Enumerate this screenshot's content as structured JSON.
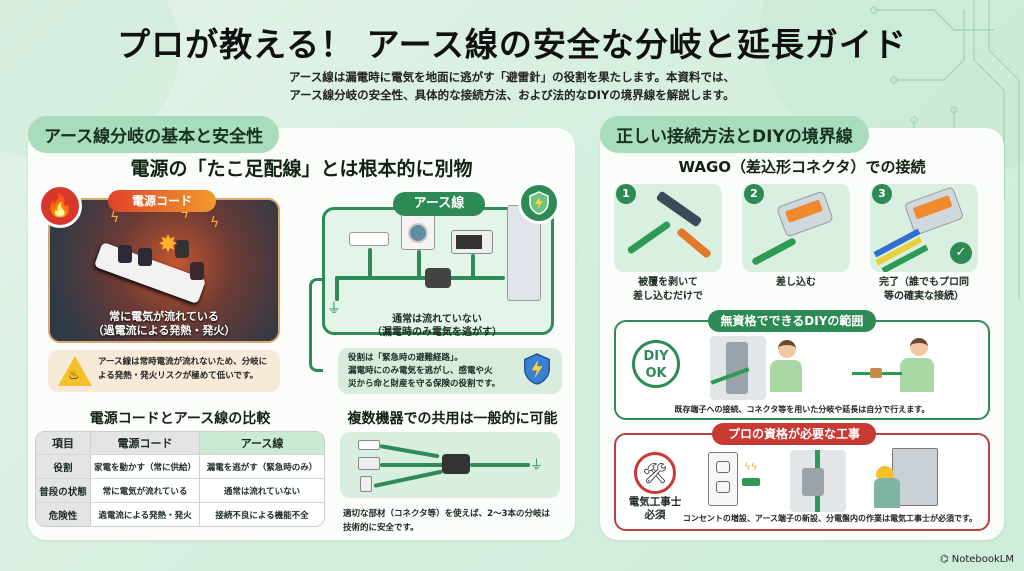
{
  "header": {
    "title": "プロが教える！ アース線の安全な分岐と延長ガイド",
    "subtitle_line1": "アース線は漏電時に電気を地面に逃がす「避雷針」の役割を果たします。本資料では、",
    "subtitle_line2": "アース線分岐の安全性、具体的な接続方法、および法的なDIYの境界線を解説します。"
  },
  "left_panel": {
    "tab_label": "アース線分岐の基本と安全性",
    "heading": "電源の「たこ足配線」とは根本的に別物",
    "power_cord": {
      "label": "電源コード",
      "icon": "fire-icon",
      "caption_line1": "常に電気が流れている",
      "caption_line2": "（過電流による発熱・発火）",
      "warning_line1": "アース線は常時電流が流れないため、分岐に",
      "warning_line2": "よる発熱・発火リスクが極めて低いです。",
      "accent": "#e0432a"
    },
    "earth_wire": {
      "label": "アース線",
      "icon": "shield-bolt-icon",
      "caption_line1": "通常は流れていない",
      "caption_line2": "（漏電時のみ電気を逃がす）",
      "role_line1": "役割は「緊急時の避難経路」。",
      "role_line2": "漏電時にのみ電気を逃がし、感電や火",
      "role_line3": "災から命と財産を守る保険の役割です。",
      "accent": "#2d8a55"
    },
    "comparison": {
      "heading": "電源コードとアース線の比較",
      "columns": [
        "項目",
        "電源コード",
        "アース線"
      ],
      "rows": [
        [
          "役割",
          "家電を動かす（常に供給）",
          "漏電を逃がす（緊急時のみ）"
        ],
        [
          "普段の状態",
          "常に電気が流れている",
          "通常は流れていない"
        ],
        [
          "危険性",
          "過電流による発熱・発火",
          "接続不良による機能不全"
        ]
      ]
    },
    "sharing": {
      "heading": "複数機器での共用は一般的に可能",
      "caption_line1": "適切な部材（コネクタ等）を使えば、2〜3本の分岐は",
      "caption_line2": "技術的に安全です。"
    }
  },
  "right_panel": {
    "tab_label": "正しい接続方法とDIYの境界線",
    "heading": "WAGO（差込形コネクタ）での接続",
    "steps": [
      {
        "num": "1",
        "caption_line1": "被覆を剥いて",
        "caption_line2": "差し込むだけで"
      },
      {
        "num": "2",
        "caption_line1": "差し込む",
        "caption_line2": ""
      },
      {
        "num": "3",
        "caption_line1": "完了（誰でもプロ同",
        "caption_line2": "等の確実な接続）"
      }
    ],
    "diy": {
      "label": "無資格でできるDIYの範囲",
      "badge_line1": "DIY",
      "badge_line2": "OK",
      "caption": "既存端子への接続、コネクタ等を用いた分岐や延長は自分で行えます。",
      "accent": "#2d8a55"
    },
    "pro": {
      "label": "プロの資格が必要な工事",
      "badge_label_line1": "電気工事士",
      "badge_label_line2": "必須",
      "caption": "コンセントの増設、アース端子の新設、分電盤内の作業は電気工事士が必須です。",
      "accent": "#c93a34"
    }
  },
  "footer": {
    "brand": "NotebookLM"
  }
}
